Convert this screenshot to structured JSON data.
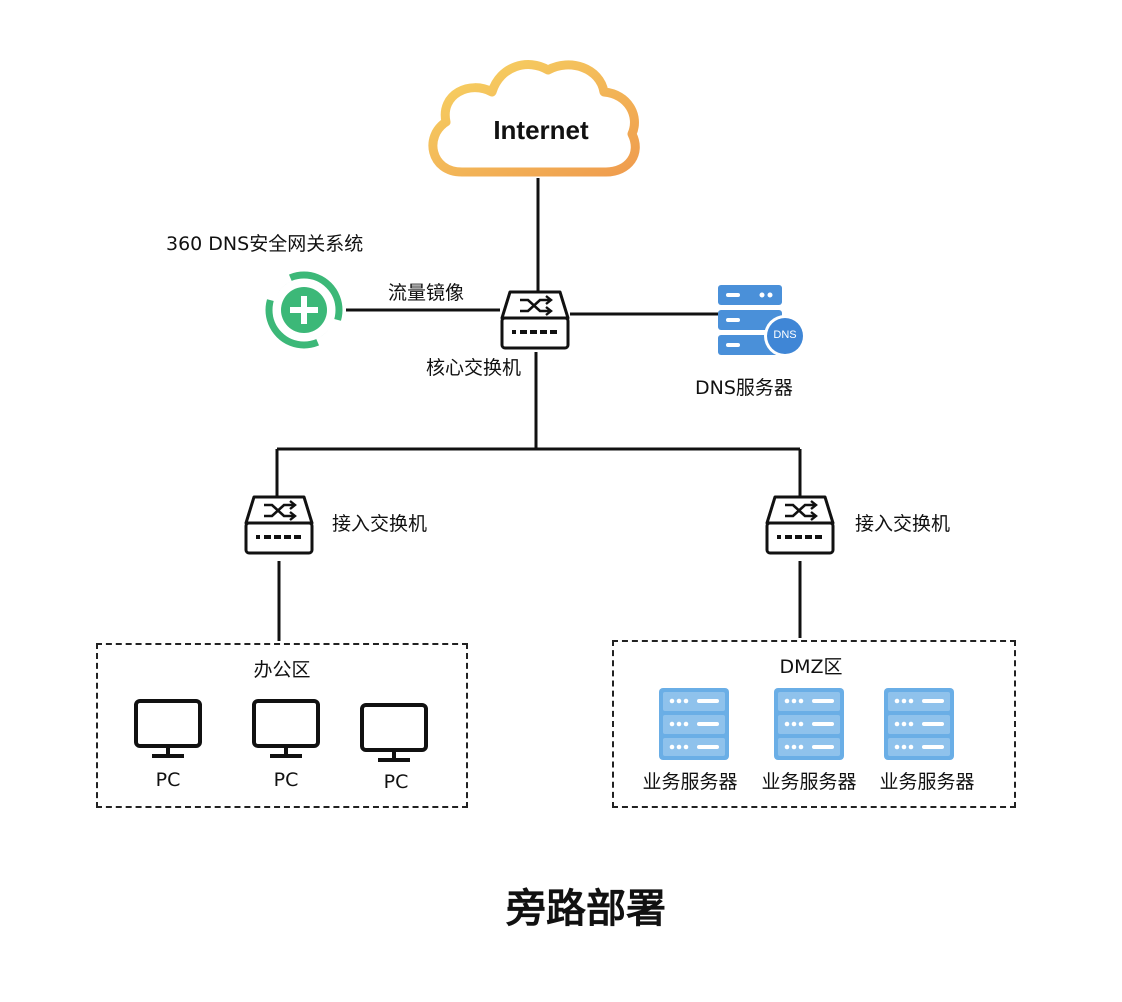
{
  "internet": {
    "label": "Internet"
  },
  "security_gateway": {
    "label": "360 DNS安全网关系统"
  },
  "mirror_link": {
    "label": "流量镜像"
  },
  "core_switch": {
    "label": "核心交换机"
  },
  "dns_server": {
    "label": "DNS服务器",
    "badge": "DNS"
  },
  "access_switches": [
    {
      "label": "接入交换机"
    },
    {
      "label": "接入交换机"
    }
  ],
  "office_zone": {
    "title": "办公区",
    "items": [
      {
        "label": "PC"
      },
      {
        "label": "PC"
      },
      {
        "label": "PC"
      }
    ]
  },
  "dmz_zone": {
    "title": "DMZ区",
    "items": [
      {
        "label": "业务服务器"
      },
      {
        "label": "业务服务器"
      },
      {
        "label": "业务服务器"
      }
    ]
  },
  "caption": "旁路部署",
  "colors": {
    "line": "#111111",
    "cloud_gradient_start": "#f6cf5e",
    "cloud_gradient_end": "#f0a050",
    "gateway_green": "#3cb878",
    "server_blue": "#4a90d9",
    "server_light_blue": "#6aaee6"
  }
}
